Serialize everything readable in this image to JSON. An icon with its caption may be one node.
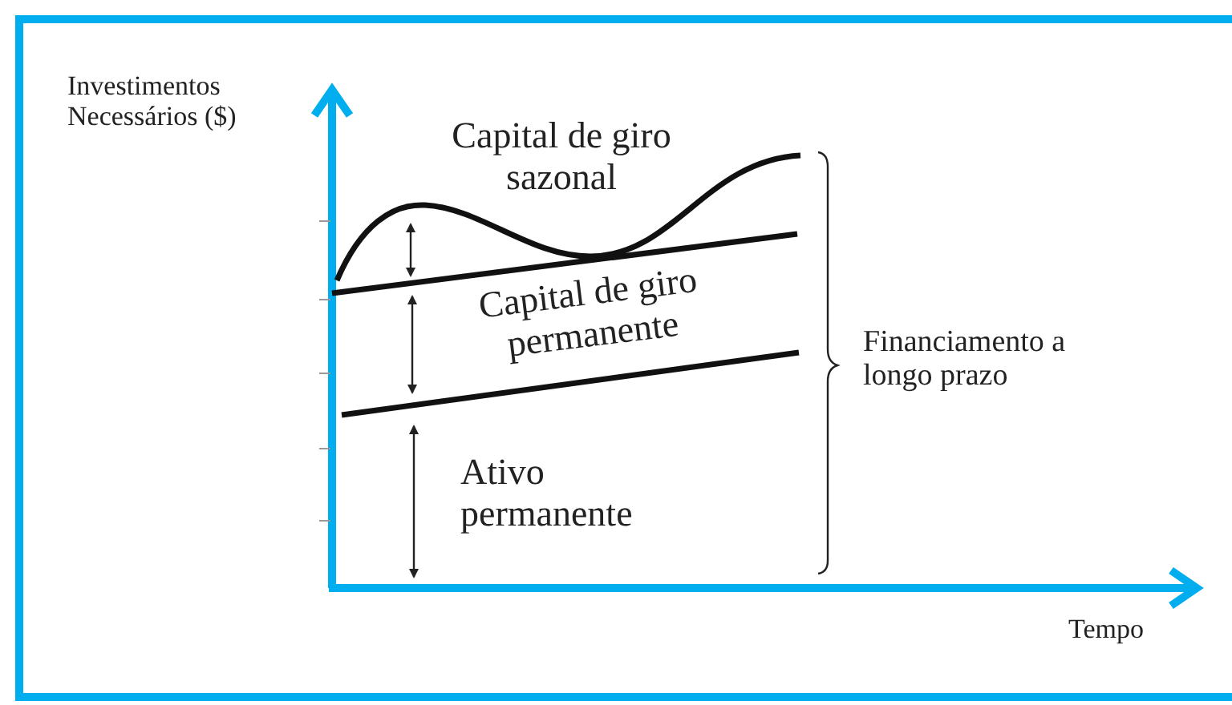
{
  "diagram": {
    "labels": [
      "Investimentos Necessários ($)",
      "Capital de giro sazonal",
      "Capital de giro permanente",
      "Ativo permanente",
      "Financiamento a longo prazo",
      "Tempo"
    ]
  }
}
